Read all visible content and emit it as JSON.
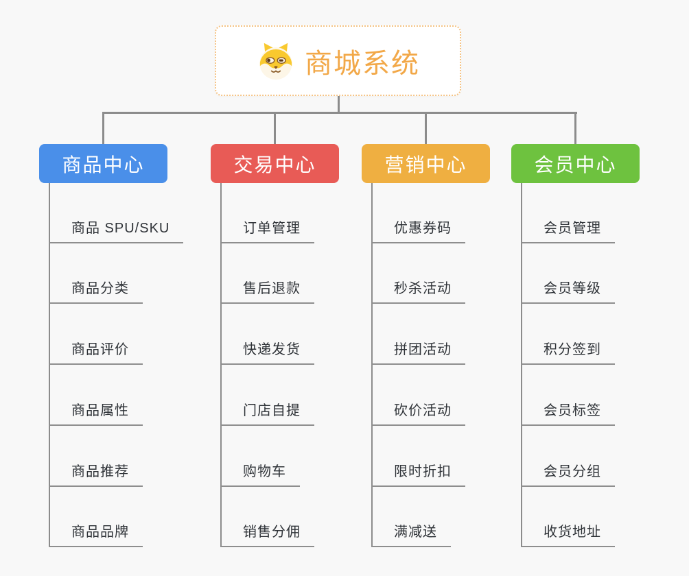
{
  "root": {
    "title": "商城系统",
    "icon": "dog-icon"
  },
  "branches": [
    {
      "label": "商品中心",
      "color": "#4a8fe9",
      "items": [
        "商品 SPU/SKU",
        "商品分类",
        "商品评价",
        "商品属性",
        "商品推荐",
        "商品品牌"
      ]
    },
    {
      "label": "交易中心",
      "color": "#e85b56",
      "items": [
        "订单管理",
        "售后退款",
        "快递发货",
        "门店自提",
        "购物车",
        "销售分佣"
      ]
    },
    {
      "label": "营销中心",
      "color": "#efaf41",
      "items": [
        "优惠券码",
        "秒杀活动",
        "拼团活动",
        "砍价活动",
        "限时折扣",
        "满减送"
      ]
    },
    {
      "label": "会员中心",
      "color": "#6ec23f",
      "items": [
        "会员管理",
        "会员等级",
        "积分签到",
        "会员标签",
        "会员分组",
        "收货地址"
      ]
    }
  ],
  "colors": {
    "background": "#f8f8f8",
    "connector": "#8c8c8c",
    "item_underline": "#8e8e8e",
    "item_text": "#2f3338",
    "root_border": "#f5c384",
    "root_title": "#f2a848"
  }
}
